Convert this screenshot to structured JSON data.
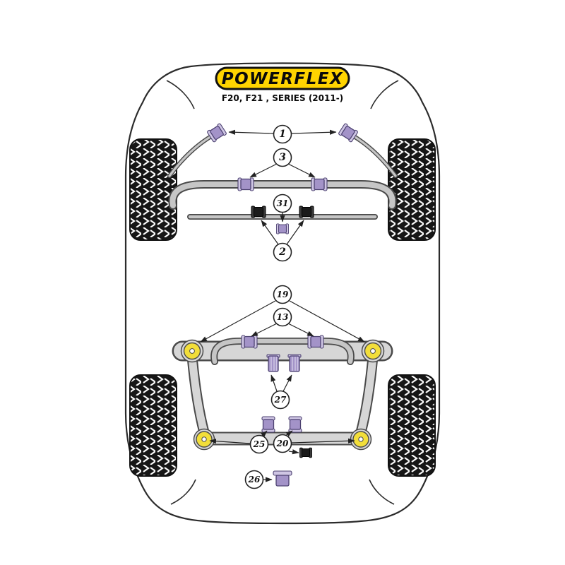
{
  "logo": {
    "text": "POWERFLEX"
  },
  "header": {
    "model_line": "F20, F21 , SERIES (2011-)"
  },
  "colors": {
    "logo_yellow": "#ffd400",
    "purple": "#a393c8",
    "purple_light": "#cfc6e4",
    "purple_dark": "#4c4170",
    "yellow": "#f2de3a",
    "gray_light": "#d6d6d6",
    "gray_mid": "#c6c6c6",
    "line": "#222222"
  },
  "callouts": [
    {
      "label": "1"
    },
    {
      "label": "3"
    },
    {
      "label": "31"
    },
    {
      "label": "2"
    },
    {
      "label": "19"
    },
    {
      "label": "13"
    },
    {
      "label": "27"
    },
    {
      "label": "25"
    },
    {
      "label": "20"
    },
    {
      "label": "26"
    }
  ]
}
